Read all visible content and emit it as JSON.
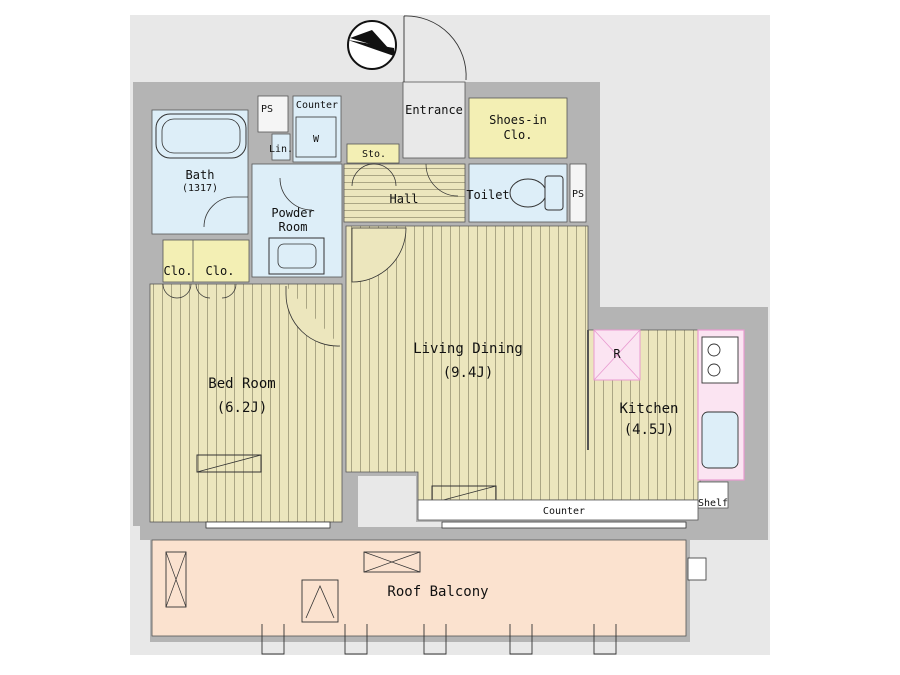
{
  "plan": {
    "colors": {
      "wall": "#b4b4b4",
      "floor_wood": "#ece6bd",
      "wet_area": "#ddeef8",
      "closet": "#f3efb4",
      "kitchen_edge": "#e89ad0",
      "balcony": "#fbe2cf",
      "page_bg": "#e8e8e8"
    },
    "compass": {
      "icon": "north-arrow"
    },
    "rooms": {
      "bath": {
        "name": "Bath",
        "size": "(1317)"
      },
      "powder_room": {
        "line1": "Powder",
        "line2": "Room"
      },
      "entrance": "Entrance",
      "shoes_in": {
        "line1": "Shoes-in",
        "line2": "Clo."
      },
      "toilet": "Toilet",
      "hall": "Hall",
      "storage": "Sto.",
      "linen": "Lin.",
      "washer": "W",
      "counter_top": "Counter",
      "ps_left": "PS",
      "ps_right": "PS",
      "closet_1": "Clo.",
      "closet_2": "Clo.",
      "bedroom": {
        "name": "Bed Room",
        "size": "(6.2J)"
      },
      "living_dining": {
        "name": "Living Dining",
        "size": "(9.4J)"
      },
      "kitchen": {
        "name": "Kitchen",
        "size": "(4.5J)"
      },
      "refrigerator": "R",
      "counter_bottom": "Counter",
      "shelf": "Shelf",
      "roof_balcony": "Roof Balcony"
    }
  }
}
